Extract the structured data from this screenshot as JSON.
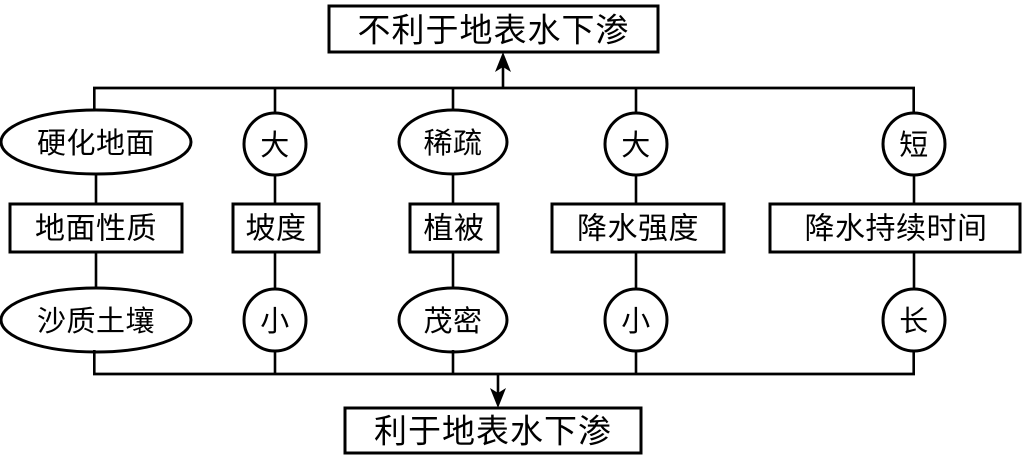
{
  "diagram": {
    "title_top": "不利于地表水下渗",
    "title_bottom": "利于地表水下渗",
    "top_outcome": {
      "label": "不利于地表水下渗",
      "shape": "rectangle"
    },
    "bottom_outcome": {
      "label": "利于地表水下渗",
      "shape": "rectangle"
    },
    "columns": [
      {
        "factor": "地面性质",
        "top_value": "硬化地面",
        "bottom_value": "沙质土壤",
        "top_shape": "ellipse",
        "bottom_shape": "ellipse"
      },
      {
        "factor": "坡度",
        "top_value": "大",
        "bottom_value": "小",
        "top_shape": "circle",
        "bottom_shape": "circle"
      },
      {
        "factor": "植被",
        "top_value": "稀疏",
        "bottom_value": "茂密",
        "top_shape": "ellipse",
        "bottom_shape": "ellipse"
      },
      {
        "factor": "降水强度",
        "top_value": "大",
        "bottom_value": "小",
        "top_shape": "circle",
        "bottom_shape": "circle"
      },
      {
        "factor": "降水持续时间",
        "top_value": "短",
        "bottom_value": "长",
        "top_shape": "circle",
        "bottom_shape": "circle"
      }
    ],
    "arrows": {
      "top_direction": "up",
      "bottom_direction": "down"
    },
    "colors": {
      "stroke": "#000000",
      "fill": "#ffffff",
      "background": "#ffffff"
    }
  }
}
